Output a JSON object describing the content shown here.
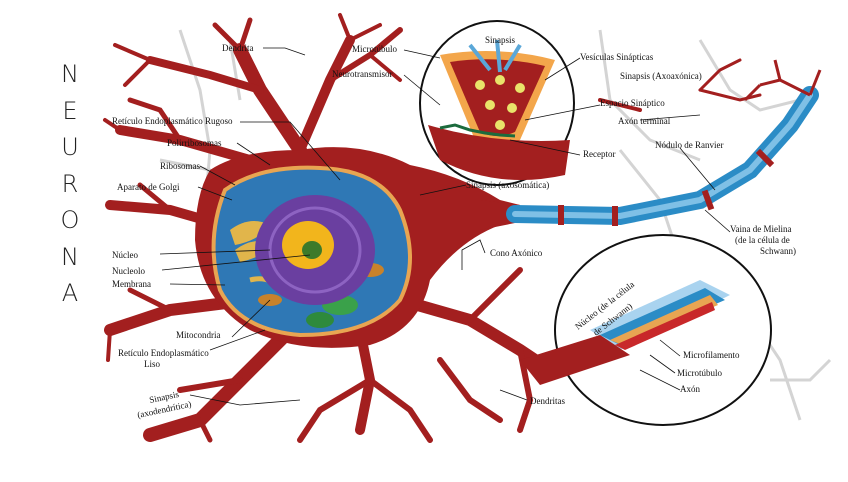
{
  "title_letters": [
    "N",
    "E",
    "U",
    "R",
    "O",
    "N",
    "A"
  ],
  "labels": {
    "dendrita_top": "Dendrita",
    "microtubulo_top": "Microtúbulo",
    "neurotransmisor": "Neurotransmisor",
    "sinapsis_inset": "Sinapsis",
    "vesiculas": "Vesículas Sinápticas",
    "sinapsis_axo": "Sinapsis (Axoaxónica)",
    "espacio_sinaptico": "Espacio Sináptico",
    "axon_terminal": "Axón terminal",
    "receptor": "Receptor",
    "nodulo_ranvier": "Nódulo de Ranvier",
    "reticulo_rugoso": "Retículo Endoplasmático Rugoso",
    "polirribosomas": "Polirribosomas",
    "ribosomas": "Ribosomas",
    "golgi": "Aparato de Golgi",
    "sinapsis_axosomatica": "Sinapsis (axosomática)",
    "vaina_line1": "Vaina de Mielina",
    "vaina_line2": "(de la célula de",
    "vaina_line3": "Schwann)",
    "cono_axonico": "Cono Axónico",
    "nucleo": "Núcleo",
    "nucleolo": "Nucleolo",
    "membrana": "Membrana",
    "mitocondria": "Mitocondria",
    "reticulo_liso_1": "Retículo Endoplasmático",
    "reticulo_liso_2": "Liso",
    "sinapsis_axodend_1": "Sinapsis",
    "sinapsis_axodend_2": "(axodendrítica)",
    "dendritas": "Dendritas",
    "nucleo_schwann_1": "Núcleo (de la célula",
    "nucleo_schwann_2": "de Schwann)",
    "microfilamento": "Microfilamento",
    "microtubulo_inset": "Microtúbulo",
    "axon": "Axón"
  },
  "colors": {
    "neuron": "#a31f1f",
    "neuron_dark": "#7e1414",
    "cytoplasm": "#2f78b5",
    "cell_border": "#e8a552",
    "nucleus": "#6a3fa0",
    "nucleolus": "#f2b51c",
    "myelin": "#2b8cc6",
    "axon_core": "#c8282a"
  }
}
